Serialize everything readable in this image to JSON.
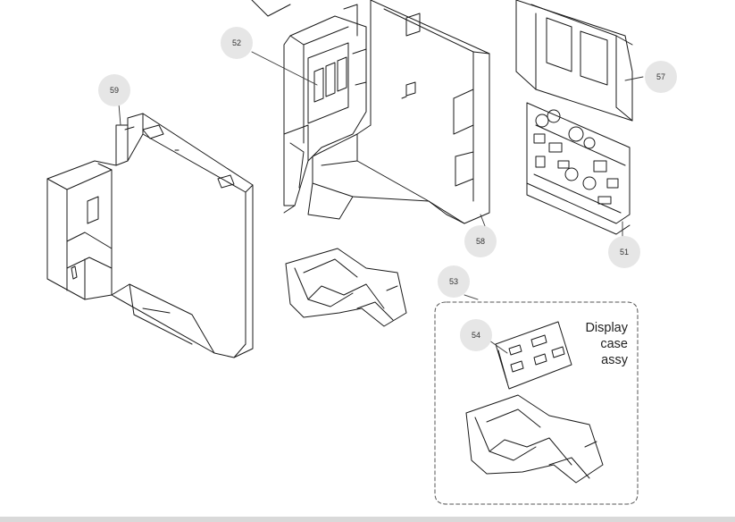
{
  "diagram": {
    "part_labels": {
      "p52": "52",
      "p59": "59",
      "p57": "57",
      "p58": "58",
      "p51": "51",
      "p53": "53",
      "p54": "54"
    },
    "assembly_caption": [
      "Display",
      "case",
      "assy"
    ]
  }
}
